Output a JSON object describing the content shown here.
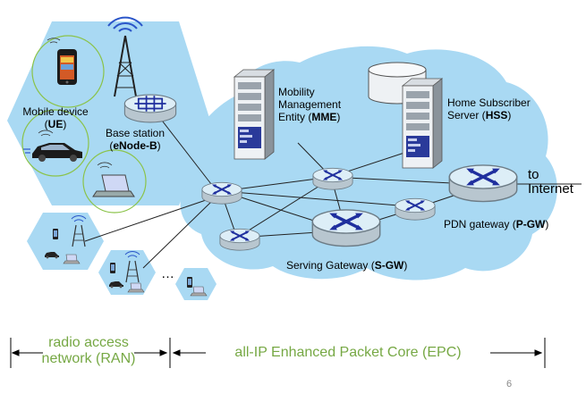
{
  "labels": {
    "ue_line1": "Mobile device",
    "ue_line2": "UE",
    "bs_line1": "Base station",
    "bs_line2": "eNode-B",
    "mme_line1": "Mobility",
    "mme_line2": "Management",
    "mme_line3": "Entity (",
    "mme_bold": "MME",
    "mme_close": ")",
    "hss_line1": "Home Subscriber",
    "hss_line2": "Server (",
    "hss_bold": "HSS",
    "hss_close": ")",
    "pgw_text": "PDN gateway (",
    "pgw_bold": "P-GW",
    "pgw_close": ")",
    "sgw_text": "Serving Gateway (",
    "sgw_bold": "S-GW",
    "sgw_close": ")",
    "ue_open": "(",
    "ue_close": ")",
    "bs_open": "(",
    "bs_close": ")",
    "to": "to",
    "internet": "Internet",
    "ellipsis": "…"
  },
  "captions": {
    "ran_line1": "radio access",
    "ran_line2": "network (RAN)",
    "epc": "all-IP Enhanced Packet Core (EPC)"
  },
  "page_number": "6",
  "colors": {
    "cloud": "#a9d9f3",
    "hex": "#a9d9f3",
    "router_top": "#ddeef7",
    "router_side": "#b8c6cf",
    "router_x": "#1f2f9e",
    "caption_green": "#76a844",
    "circle_green": "#8bc34a"
  }
}
